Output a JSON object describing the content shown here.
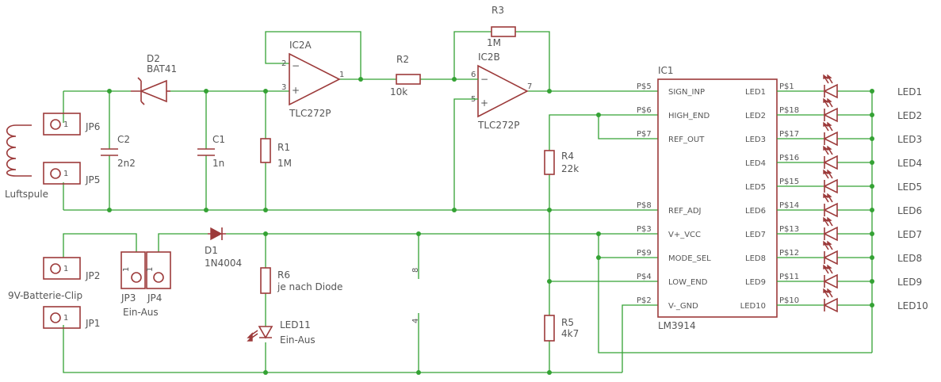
{
  "colors": {
    "wire": "#34a234",
    "part": "#9c3a3a",
    "text": "#555555",
    "background": "#ffffff"
  },
  "labels": {
    "D2": "D2",
    "BAT41": "BAT41",
    "IC2A": "IC2A",
    "TLC272P_a": "TLC272P",
    "R2": "R2",
    "R2v": "10k",
    "R3": "R3",
    "R3v": "1M",
    "IC2B": "IC2B",
    "TLC272P_b": "TLC272P",
    "IC1": "IC1",
    "LM3914": "LM3914",
    "JP6": "JP6",
    "JP5": "JP5",
    "Luftspule": "Luftspule",
    "C2": "C2",
    "C2v": "2n2",
    "C1": "C1",
    "C1v": "1n",
    "R1": "R1",
    "R1v": "1M",
    "R4": "R4",
    "R4v": "22k",
    "R5": "R5",
    "R5v": "4k7",
    "D1": "D1",
    "D1v": "1N4004",
    "R6": "R6",
    "R6v": "je nach Diode",
    "LED11": "LED11",
    "LED11v": "Ein-Aus",
    "JP2": "JP2",
    "JP1": "JP1",
    "JP3": "JP3",
    "JP4": "JP4",
    "clip": "9V-Batterie-Clip",
    "einaus": "Ein-Aus",
    "pin1": "1",
    "pin2": "2",
    "pin3": "3",
    "pin5": "5",
    "pin6": "6",
    "pin7": "7",
    "pin8": "8",
    "pin4": "4",
    "minus": "−",
    "plus": "+"
  },
  "ic1_left_pins": [
    {
      "pad": "P$5",
      "name": "SIGN_INP"
    },
    {
      "pad": "P$6",
      "name": "HIGH_END"
    },
    {
      "pad": "P$7",
      "name": "REF_OUT"
    },
    {
      "pad": "P$8",
      "name": "REF_ADJ"
    },
    {
      "pad": "P$3",
      "name": "V+_VCC"
    },
    {
      "pad": "P$9",
      "name": "MODE_SEL"
    },
    {
      "pad": "P$4",
      "name": "LOW_END"
    },
    {
      "pad": "P$2",
      "name": "V-_GND"
    }
  ],
  "ic1_right_pins": [
    {
      "pad": "P$1",
      "name": "LED1",
      "led": "LED1"
    },
    {
      "pad": "P$18",
      "name": "LED2",
      "led": "LED2"
    },
    {
      "pad": "P$17",
      "name": "LED3",
      "led": "LED3"
    },
    {
      "pad": "P$16",
      "name": "LED4",
      "led": "LED4"
    },
    {
      "pad": "P$15",
      "name": "LED5",
      "led": "LED5"
    },
    {
      "pad": "P$14",
      "name": "LED6",
      "led": "LED6"
    },
    {
      "pad": "P$13",
      "name": "LED7",
      "led": "LED7"
    },
    {
      "pad": "P$12",
      "name": "LED8",
      "led": "LED8"
    },
    {
      "pad": "P$11",
      "name": "LED9",
      "led": "LED9"
    },
    {
      "pad": "P$10",
      "name": "LED10",
      "led": "LED10"
    }
  ]
}
